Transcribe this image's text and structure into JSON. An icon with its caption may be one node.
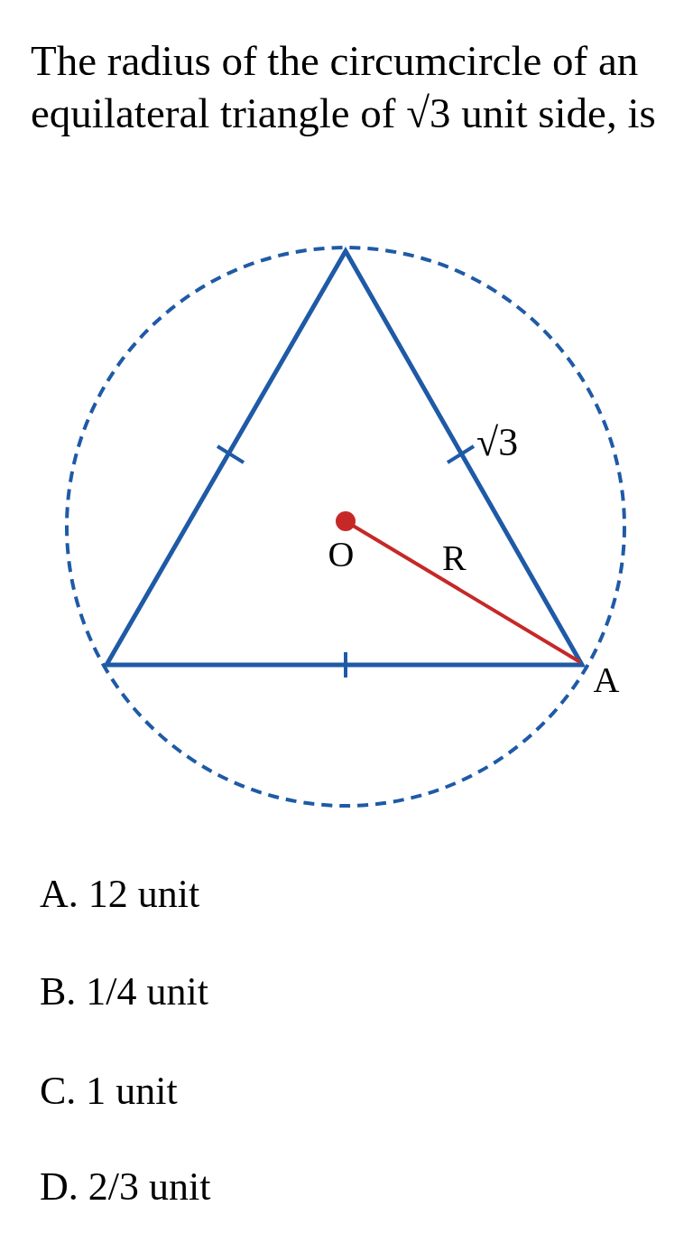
{
  "diagram": {
    "title": "The radius of the circumcircle of an equilateral triangle of √3 unit side, is",
    "nodes": [
      {
        "text": [
          "O"
        ]
      },
      {
        "text": [
          "A"
        ]
      }
    ],
    "edges": [
      {
        "from": 0,
        "to": 1,
        "arrow": "other",
        "label": "R",
        "color": "#c62828"
      }
    ],
    "labels": [
      "√3",
      "A. 12 unit",
      "B. 1/4 unit",
      "C. 1 unit",
      "D. 2/3 unit"
    ]
  }
}
